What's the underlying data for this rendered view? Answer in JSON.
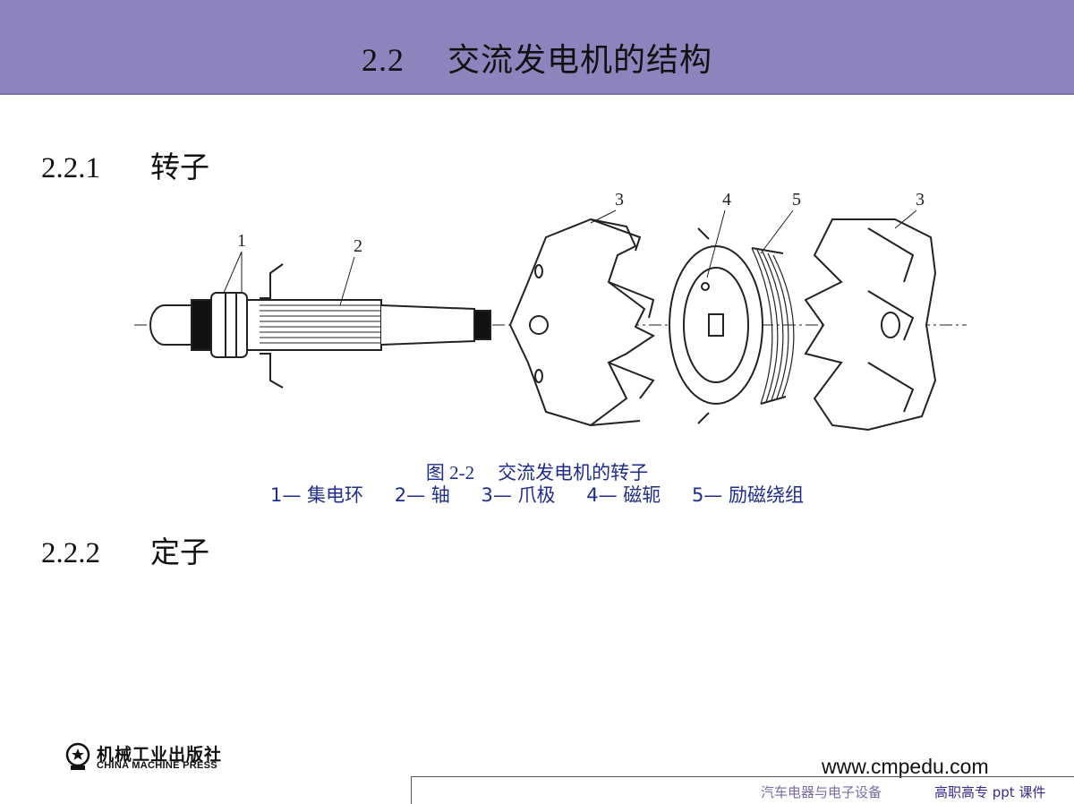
{
  "header": {
    "number": "2.2",
    "title": "交流发电机的结构"
  },
  "sections": [
    {
      "number": "2.2.1",
      "title": "转子"
    },
    {
      "number": "2.2.2",
      "title": "定子"
    }
  ],
  "figure": {
    "callouts": [
      "1",
      "2",
      "3",
      "4",
      "5",
      "3"
    ],
    "caption": {
      "number": "图 2-2",
      "title": "交流发电机的转子"
    },
    "legend": [
      "1— 集电环",
      "2— 轴",
      "3— 爪极",
      "4— 磁轭",
      "5— 励磁绕组"
    ]
  },
  "publisher": {
    "name_cn": "机械工业出版社",
    "name_en": "CHINA MACHINE PRESS"
  },
  "url": "www.cmpedu.com",
  "footer": {
    "course": "汽车电器与电子设备",
    "label": "高职高专  ppt  课件"
  }
}
